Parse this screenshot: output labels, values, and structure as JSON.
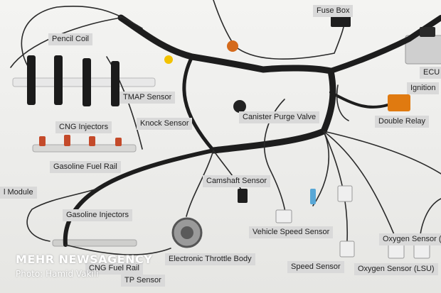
{
  "photo": {
    "labels": {
      "fuse_box": "Fuse Box",
      "ecu": "ECU",
      "pencil_coil": "Pencil Coil",
      "ignition": "Ignition",
      "tmap_sensor": "TMAP Sensor",
      "cng_injectors": "CNG Injectors",
      "knock_sensor": "Knock Sensor",
      "canister_purge_valve": "Canister Purge Valve",
      "double_relay": "Double Relay",
      "gasoline_fuel_rail": "Gasoline Fuel Rail",
      "ml_module": "l Module",
      "camshaft_sensor": "Camshaft Sensor",
      "gasoline_injectors": "Gasoline Injectors",
      "vehicle_speed_sensor": "Vehicle Speed Sensor",
      "oxygen_sensor_top": "Oxygen Sensor (L",
      "cng_fuel_rail": "CNG Fuel Rail",
      "electronic_throttle_body": "Electronic Throttle Body",
      "speed_sensor": "Speed Sensor",
      "oxygen_sensor_lsu": "Oxygen Sensor (LSU)",
      "tp_sensor": "TP Sensor"
    },
    "watermark": {
      "agency": "MEHR NEWSAGENCY",
      "credit": "Photo: Hamid Vakili"
    }
  }
}
